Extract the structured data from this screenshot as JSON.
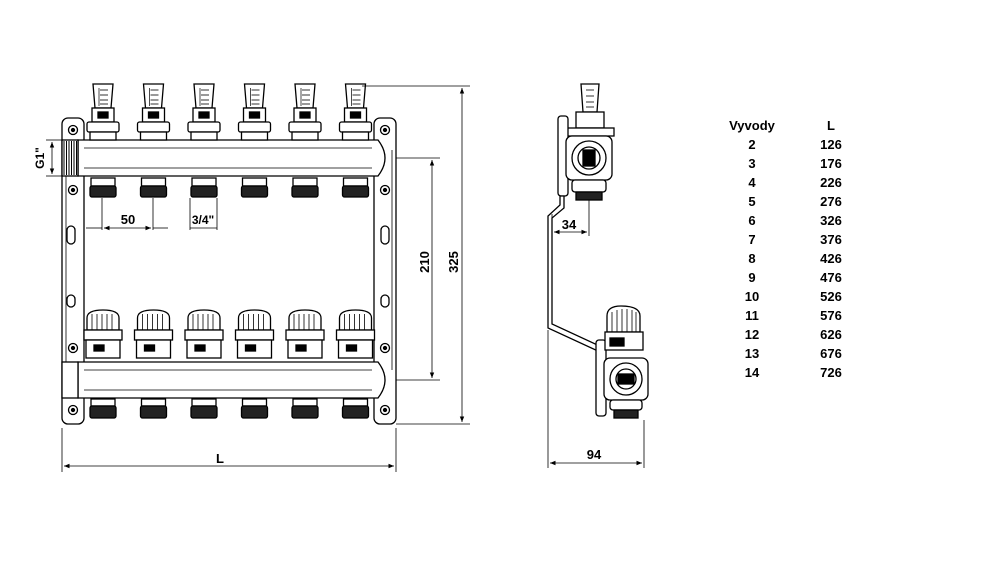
{
  "dimensions": {
    "thread": "G1\"",
    "spacing": "50",
    "connection": "3/4\"",
    "height_inner": "210",
    "height_total": "325",
    "length": "L",
    "offset": "34",
    "depth": "94"
  },
  "front_view": {
    "outlet_count": 6
  },
  "table": {
    "headers": [
      "Vyvody",
      "L"
    ],
    "rows": [
      [
        "2",
        "126"
      ],
      [
        "3",
        "176"
      ],
      [
        "4",
        "226"
      ],
      [
        "5",
        "276"
      ],
      [
        "6",
        "326"
      ],
      [
        "7",
        "376"
      ],
      [
        "8",
        "426"
      ],
      [
        "9",
        "476"
      ],
      [
        "10",
        "526"
      ],
      [
        "11",
        "576"
      ],
      [
        "12",
        "626"
      ],
      [
        "13",
        "676"
      ],
      [
        "14",
        "726"
      ]
    ]
  }
}
